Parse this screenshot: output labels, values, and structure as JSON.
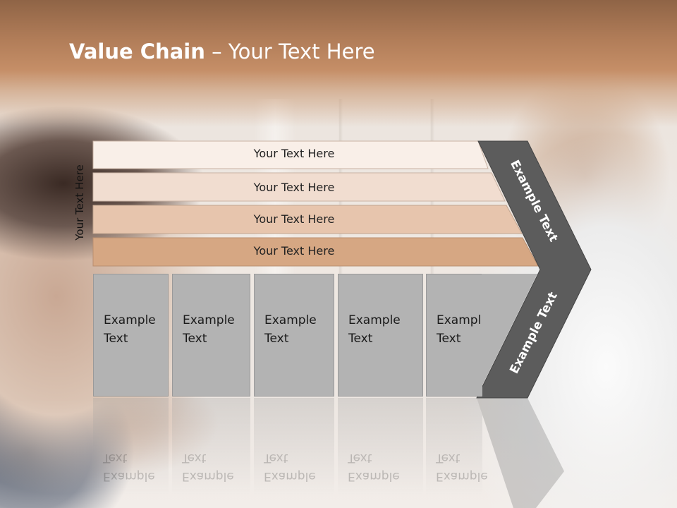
{
  "slide": {
    "title_bold": "Value Chain",
    "title_rest": " – Your Text Here",
    "vertical_label": "Your Text Here"
  },
  "rows": [
    {
      "label": "Your Text Here",
      "color": "#f9efe8"
    },
    {
      "label": "Your Text Here",
      "color": "#f1ddd0"
    },
    {
      "label": "Your Text Here",
      "color": "#e7c5ad"
    },
    {
      "label": "Your Text Here",
      "color": "#d6a783"
    }
  ],
  "boxes": [
    {
      "label": "Example Text"
    },
    {
      "label": "Example Text"
    },
    {
      "label": "Example Text"
    },
    {
      "label": "Example Text"
    },
    {
      "label": "Example Text"
    }
  ],
  "chevron": {
    "upper_text": "Example Text",
    "lower_text": "Example Text",
    "color": "#5c5c5c"
  },
  "colors": {
    "header": "#b47f5a",
    "box": "#b3b3b3",
    "title_text": "#ffffff"
  }
}
